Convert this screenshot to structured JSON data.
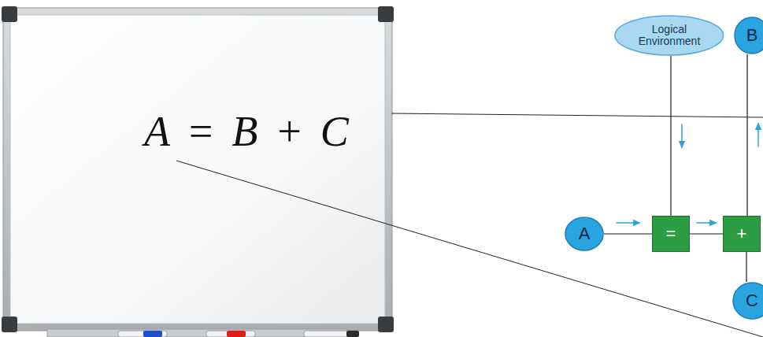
{
  "diagram": {
    "nodes": [
      {
        "text": [
          "Logical Environment"
        ]
      },
      {
        "text": [
          "B"
        ]
      },
      {
        "text": [
          "A"
        ]
      },
      {
        "text": [
          "="
        ]
      },
      {
        "text": [
          "+"
        ]
      },
      {
        "text": [
          "C"
        ]
      }
    ],
    "edges": [
      {
        "from": 0,
        "to": 3,
        "arrow": "to"
      },
      {
        "from": 2,
        "to": 3,
        "arrow": "to"
      },
      {
        "from": 3,
        "to": 4,
        "arrow": "to"
      },
      {
        "from": 4,
        "to": 1,
        "arrow": "to"
      },
      {
        "from": 4,
        "to": 5,
        "arrow": "none"
      }
    ],
    "labels": [
      "A = B + C"
    ]
  }
}
